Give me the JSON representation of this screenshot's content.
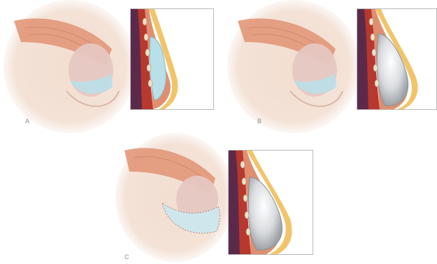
{
  "panels": [
    {
      "label": "A",
      "implant": "saline-sub-muscular"
    },
    {
      "label": "B",
      "implant": "silicone-sub-muscular"
    },
    {
      "label": "C",
      "implant": "silicone-dual-plane"
    }
  ],
  "colors": {
    "skin": "#f1ddd0",
    "skin_shadow": "#e2c2b0",
    "muscle": "#df8f70",
    "muscle_dark": "#c56d52",
    "gland": "#e6c7c2",
    "saline": "#b9dfe8",
    "silicone": "#d9dcdf",
    "fat_yellow": "#f2c46a",
    "chest_purple": "#5b2a4a",
    "red_tissue": "#b8382e",
    "inset_border": "#b9b9b9"
  }
}
